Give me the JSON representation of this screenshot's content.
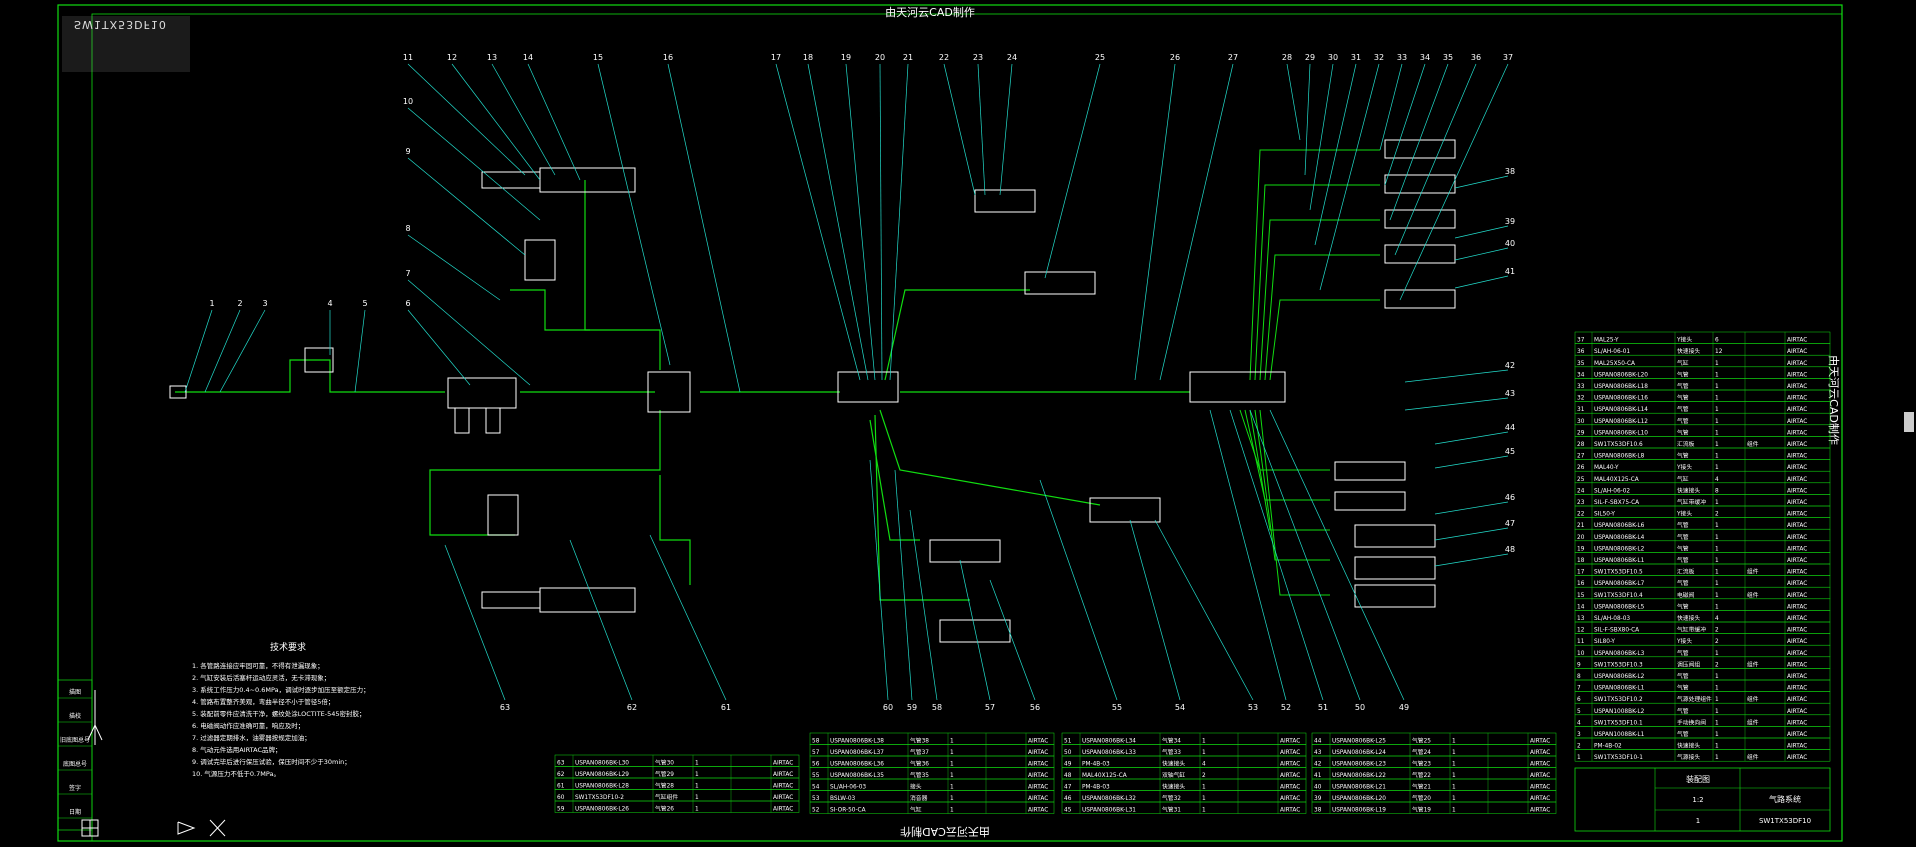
{
  "header": {
    "top_title": "由天河云CAD制作",
    "bottom_title": "由天河云CAD制作",
    "side_title": "由天河云CAD制作",
    "badge_text": "SW1TX53DF10"
  },
  "diagram": {
    "callouts_top": [
      "11",
      "12",
      "13",
      "14",
      "15",
      "16",
      "17",
      "18",
      "19",
      "20",
      "21",
      "22",
      "23",
      "24",
      "25",
      "26",
      "27",
      "28",
      "29",
      "30",
      "31",
      "32",
      "33",
      "34",
      "35",
      "36",
      "37"
    ],
    "callouts_left": [
      "10",
      "9",
      "8",
      "7",
      "6",
      "5",
      "4",
      "3",
      "2",
      "1"
    ],
    "callouts_right": [
      "38",
      "39",
      "40",
      "41",
      "42",
      "43",
      "44",
      "45",
      "46",
      "47",
      "48"
    ],
    "callouts_bottom": [
      "63",
      "62",
      "61",
      "60",
      "59",
      "58",
      "57",
      "56",
      "55",
      "54",
      "53",
      "52",
      "51",
      "50",
      "49"
    ]
  },
  "notes": {
    "title": "技术要求",
    "lines": [
      "1. 各管路连接应牢固可靠，不得有泄漏现象；",
      "2. 气缸安装后活塞杆运动应灵活，无卡滞现象；",
      "3. 系统工作压力0.4~0.6MPa，调试时逐步加压至额定压力；",
      "4. 管路布置整齐美观，弯曲半径不小于管径5倍；",
      "5. 装配前零件应清洗干净，螺纹处涂LOCTITE-545密封胶；",
      "6. 电磁阀动作应准确可靠，响应及时；",
      "7. 过滤器定期排水，油雾器按规定加油；",
      "8. 气动元件选用AIRTAC品牌；",
      "9. 调试完毕后进行保压试验，保压时间不少于30min；",
      "10. 气源压力不低于0.7MPa。"
    ]
  },
  "bom_right": {
    "rows": [
      [
        "37",
        "MAL25-Y",
        "Y接头",
        "6",
        "",
        "AIRTAC"
      ],
      [
        "36",
        "SL/AH-06-01",
        "快速接头",
        "12",
        "",
        "AIRTAC"
      ],
      [
        "35",
        "MAL25X50-CA",
        "气缸",
        "1",
        "",
        "AIRTAC"
      ],
      [
        "34",
        "USPAN0806BK-L20",
        "气管",
        "1",
        "",
        "AIRTAC"
      ],
      [
        "33",
        "USPAN0806BK-L18",
        "气管",
        "1",
        "",
        "AIRTAC"
      ],
      [
        "32",
        "USPAN0806BK-L16",
        "气管",
        "1",
        "",
        "AIRTAC"
      ],
      [
        "31",
        "USPAN0806BK-L14",
        "气管",
        "1",
        "",
        "AIRTAC"
      ],
      [
        "30",
        "USPAN0806BK-L12",
        "气管",
        "1",
        "",
        "AIRTAC"
      ],
      [
        "29",
        "USPAN0806BK-L10",
        "气管",
        "1",
        "",
        "AIRTAC"
      ],
      [
        "28",
        "SW1TX53DF10.6",
        "汇流板",
        "1",
        "组件",
        "AIRTAC"
      ],
      [
        "27",
        "USPAN0806BK-L8",
        "气管",
        "1",
        "",
        "AIRTAC"
      ],
      [
        "26",
        "MAL40-Y",
        "Y接头",
        "1",
        "",
        "AIRTAC"
      ],
      [
        "25",
        "MAL40X125-CA",
        "气缸",
        "4",
        "",
        "AIRTAC"
      ],
      [
        "24",
        "SL/AH-06-02",
        "快速接头",
        "8",
        "",
        "AIRTAC"
      ],
      [
        "23",
        "SIL-F-SBX75-CA",
        "气缸带缓冲",
        "1",
        "",
        "AIRTAC"
      ],
      [
        "22",
        "SIL50-Y",
        "Y接头",
        "2",
        "",
        "AIRTAC"
      ],
      [
        "21",
        "USPAN0806BK-L6",
        "气管",
        "1",
        "",
        "AIRTAC"
      ],
      [
        "20",
        "USPAN0806BK-L4",
        "气管",
        "1",
        "",
        "AIRTAC"
      ],
      [
        "19",
        "USPAN0806BK-L2",
        "气管",
        "1",
        "",
        "AIRTAC"
      ],
      [
        "18",
        "USPAN0806BK-L1",
        "气管",
        "1",
        "",
        "AIRTAC"
      ],
      [
        "17",
        "SW1TX53DF10.5",
        "汇流板",
        "1",
        "组件",
        "AIRTAC"
      ],
      [
        "16",
        "USPAN0806BK-L7",
        "气管",
        "1",
        "",
        "AIRTAC"
      ],
      [
        "15",
        "SW1TX53DF10.4",
        "电磁阀",
        "1",
        "组件",
        "AIRTAC"
      ],
      [
        "14",
        "USPAN0806BK-L5",
        "气管",
        "1",
        "",
        "AIRTAC"
      ],
      [
        "13",
        "SL/AH-08-03",
        "快速接头",
        "4",
        "",
        "AIRTAC"
      ],
      [
        "12",
        "SIL-F-SBX80-CA",
        "气缸带缓冲",
        "2",
        "",
        "AIRTAC"
      ],
      [
        "11",
        "SIL80-Y",
        "Y接头",
        "2",
        "",
        "AIRTAC"
      ],
      [
        "10",
        "USPAN0806BK-L3",
        "气管",
        "1",
        "",
        "AIRTAC"
      ],
      [
        "9",
        "SW1TX53DF10.3",
        "调压阀组",
        "2",
        "组件",
        "AIRTAC"
      ],
      [
        "8",
        "USPAN0806BK-L2",
        "气管",
        "1",
        "",
        "AIRTAC"
      ],
      [
        "7",
        "USPAN0806BK-L1",
        "气管",
        "1",
        "",
        "AIRTAC"
      ],
      [
        "6",
        "SW1TX53DF10.2",
        "气源处理组件",
        "1",
        "组件",
        "AIRTAC"
      ],
      [
        "5",
        "USPAN1008BK-L2",
        "气管",
        "1",
        "",
        "AIRTAC"
      ],
      [
        "4",
        "SW1TX53DF10.1",
        "手动换向阀",
        "1",
        "组件",
        "AIRTAC"
      ],
      [
        "3",
        "USPAN1008BK-L1",
        "气管",
        "1",
        "",
        "AIRTAC"
      ],
      [
        "2",
        "PM-4B-02",
        "快速接头",
        "1",
        "",
        "AIRTAC"
      ],
      [
        "1",
        "SW1TX53DF10-1",
        "气源接头",
        "1",
        "组件",
        "AIRTAC"
      ]
    ]
  },
  "bom_bottom": {
    "col1": [
      [
        "58",
        "USPAN0806BK-L38",
        "气管38",
        "1",
        "",
        "AIRTAC"
      ],
      [
        "57",
        "USPAN0806BK-L37",
        "气管37",
        "1",
        "",
        "AIRTAC"
      ],
      [
        "56",
        "USPAN0806BK-L36",
        "气管36",
        "1",
        "",
        "AIRTAC"
      ],
      [
        "55",
        "USPAN0806BK-L35",
        "气管35",
        "1",
        "",
        "AIRTAC"
      ],
      [
        "54",
        "SL/AH-06-03",
        "接头",
        "1",
        "",
        "AIRTAC"
      ],
      [
        "53",
        "BSLW-03",
        "消音器",
        "1",
        "",
        "AIRTAC"
      ],
      [
        "52",
        "SI-OR-50-CA",
        "气缸",
        "1",
        "",
        "AIRTAC"
      ]
    ],
    "col0": [
      [
        "63",
        "USPAN0806BK-L30",
        "气管30",
        "1",
        "",
        "AIRTAC"
      ],
      [
        "62",
        "USPAN0806BK-L29",
        "气管29",
        "1",
        "",
        "AIRTAC"
      ],
      [
        "61",
        "USPAN0806BK-L28",
        "气管28",
        "1",
        "",
        "AIRTAC"
      ],
      [
        "60",
        "SW1TX53DF10-2",
        "气缸组件",
        "1",
        "",
        "AIRTAC"
      ],
      [
        "59",
        "USPAN0806BK-L26",
        "气管26",
        "1",
        "",
        "AIRTAC"
      ]
    ],
    "col2": [
      [
        "51",
        "USPAN0806BK-L34",
        "气管34",
        "1",
        "",
        "AIRTAC"
      ],
      [
        "50",
        "USPAN0806BK-L33",
        "气管33",
        "1",
        "",
        "AIRTAC"
      ],
      [
        "49",
        "PM-4B-03",
        "快速接头",
        "4",
        "",
        "AIRTAC"
      ],
      [
        "48",
        "MAL40X125-CA",
        "双轴气缸",
        "2",
        "",
        "AIRTAC"
      ],
      [
        "47",
        "PM-4B-03",
        "快速接头",
        "1",
        "",
        "AIRTAC"
      ],
      [
        "46",
        "USPAN0806BK-L32",
        "气管32",
        "1",
        "",
        "AIRTAC"
      ],
      [
        "45",
        "USPAN0806BK-L31",
        "气管31",
        "1",
        "",
        "AIRTAC"
      ]
    ],
    "col3": [
      [
        "44",
        "USPAN0806BK-L25",
        "气管25",
        "1",
        "",
        "AIRTAC"
      ],
      [
        "43",
        "USPAN0806BK-L24",
        "气管24",
        "1",
        "",
        "AIRTAC"
      ],
      [
        "42",
        "USPAN0806BK-L23",
        "气管23",
        "1",
        "",
        "AIRTAC"
      ],
      [
        "41",
        "USPAN0806BK-L22",
        "气管22",
        "1",
        "",
        "AIRTAC"
      ],
      [
        "40",
        "USPAN0806BK-L21",
        "气管21",
        "1",
        "",
        "AIRTAC"
      ],
      [
        "39",
        "USPAN0806BK-L20",
        "气管20",
        "1",
        "",
        "AIRTAC"
      ],
      [
        "38",
        "USPAN0806BK-L19",
        "气管19",
        "1",
        "",
        "AIRTAC"
      ]
    ]
  },
  "title_block": {
    "company": "装配图",
    "drawing_name": "气路系统",
    "drawing_no": "SW1TX53DF10",
    "scale": "1:2",
    "sheet": "1"
  },
  "left_stamp": {
    "rows": [
      "描图",
      "描校",
      "旧底图总号",
      "底图总号",
      "签字",
      "日期"
    ]
  }
}
